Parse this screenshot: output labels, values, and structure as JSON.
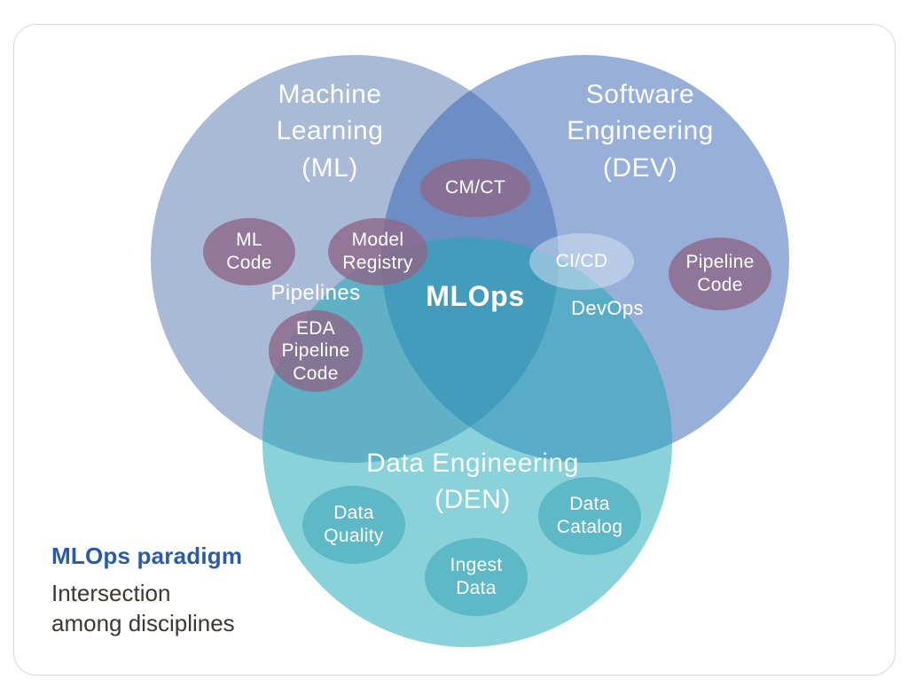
{
  "colors": {
    "ml_circle_base": "#5476b0",
    "dev_circle_base": "#3262b4",
    "den_circle_base": "#1ea8b6",
    "node_purple": "#8d688a",
    "node_light_blue": "#d6e3f3",
    "node_teal": "#2fa0b2",
    "caption_accent": "#2b5aa7",
    "caption_text": "#3c3732",
    "diagram_text": "#ffffff"
  },
  "venn": {
    "center_label": "MLOps",
    "circles": {
      "ml": {
        "title": "Machine\nLearning\n(ML)"
      },
      "dev": {
        "title": "Software\nEngineering\n(DEV)"
      },
      "den": {
        "title": "Data Engineering\n(DEN)"
      }
    },
    "nodes": {
      "cmct": {
        "label": "CM/CT"
      },
      "ml_code": {
        "label": "ML\nCode"
      },
      "model_registry": {
        "label": "Model\nRegistry"
      },
      "eda_pipeline_code": {
        "label": "EDA\nPipeline\nCode"
      },
      "cicd": {
        "label": "CI/CD"
      },
      "pipeline_code": {
        "label": "Pipeline\nCode"
      },
      "data_quality": {
        "label": "Data\nQuality"
      },
      "ingest_data": {
        "label": "Ingest\nData"
      },
      "data_catalog": {
        "label": "Data\nCatalog"
      }
    },
    "free_labels": {
      "pipelines": "Pipelines",
      "devops": "DevOps"
    }
  },
  "caption": {
    "title": "MLOps paradigm",
    "subtitle": "Intersection\namong disciplines"
  }
}
